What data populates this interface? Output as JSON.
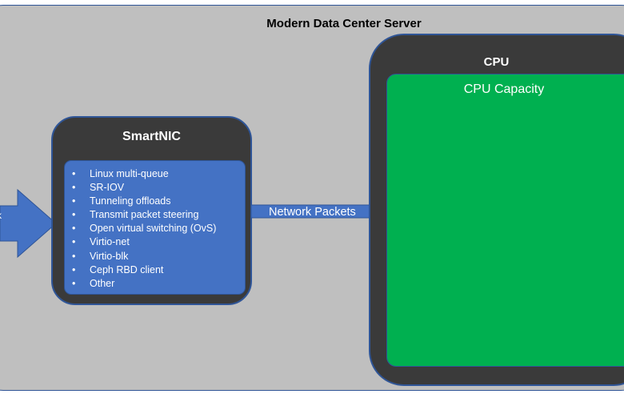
{
  "server": {
    "title": "Modern Data Center Server"
  },
  "smartnic": {
    "title": "SmartNIC",
    "features": [
      "Linux multi-queue",
      "SR-IOV",
      "Tunneling offloads",
      "Transmit packet steering",
      "Open virtual switching (OvS)",
      "Virtio-net",
      "Virtio-blk",
      "Ceph RBD client",
      "Other"
    ],
    "bullet": "•"
  },
  "cpu": {
    "title": "CPU",
    "capacity_label": "CPU Capacity"
  },
  "flow": {
    "packets_label": "Network Packets",
    "incoming_label": "k"
  },
  "colors": {
    "server_bg": "#bfbfbf",
    "outline": "#2f5597",
    "dark_box": "#3a3a3a",
    "nic_inner": "#4472c4",
    "cpu_capacity": "#00b050",
    "arrow": "#4472c4"
  }
}
